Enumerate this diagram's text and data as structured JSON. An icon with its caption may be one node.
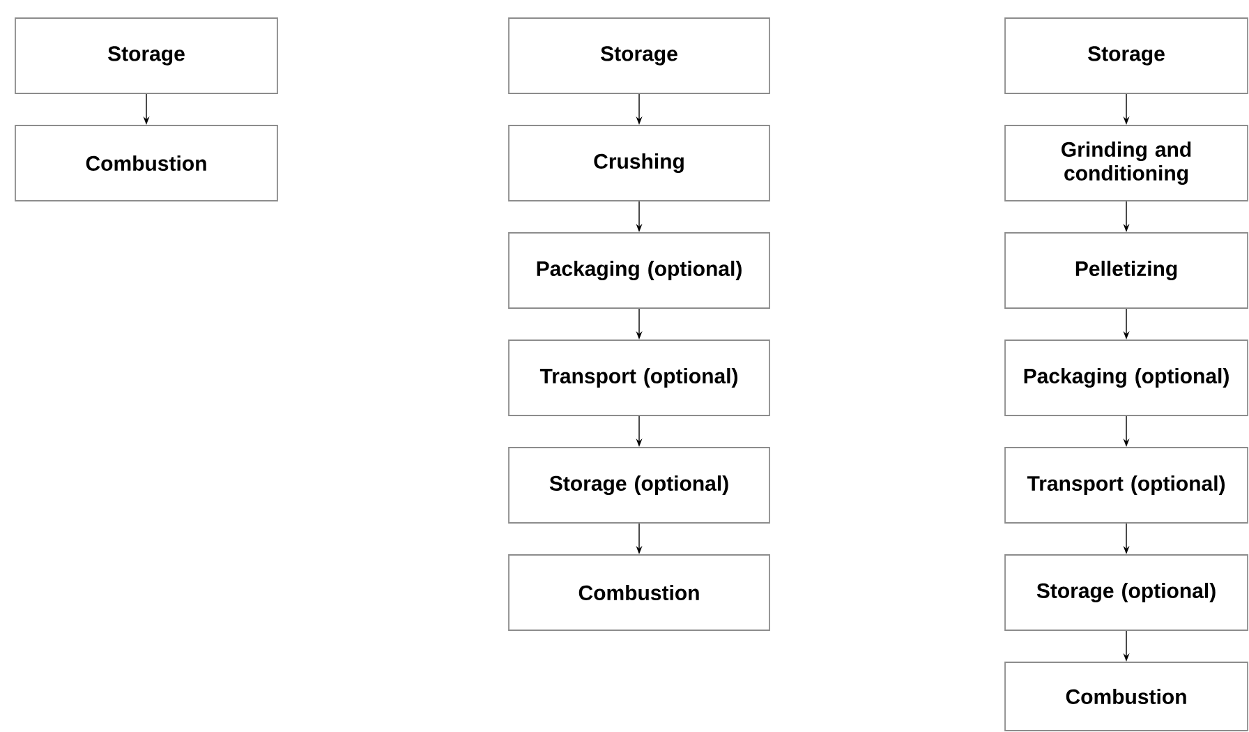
{
  "diagram": {
    "nodes": [
      {
        "text": [
          "Storage"
        ]
      },
      {
        "text": [
          "Combustion"
        ]
      },
      {
        "text": [
          "Storage"
        ]
      },
      {
        "text": [
          "Crushing"
        ]
      },
      {
        "text": [
          "Packaging (optional)"
        ]
      },
      {
        "text": [
          "Transport (optional)"
        ]
      },
      {
        "text": [
          "Storage (optional)"
        ]
      },
      {
        "text": [
          "Combustion"
        ]
      },
      {
        "text": [
          "Storage"
        ]
      },
      {
        "text": [
          "Grinding and conditioning"
        ]
      },
      {
        "text": [
          "Pelletizing"
        ]
      },
      {
        "text": [
          "Packaging (optional)"
        ]
      },
      {
        "text": [
          "Transport (optional)"
        ]
      },
      {
        "text": [
          "Storage (optional)"
        ]
      },
      {
        "text": [
          "Combustion"
        ]
      }
    ],
    "edges": [
      {
        "from": 0,
        "to": 1,
        "arrow": "to"
      },
      {
        "from": 2,
        "to": 3,
        "arrow": "to"
      },
      {
        "from": 3,
        "to": 4,
        "arrow": "to"
      },
      {
        "from": 4,
        "to": 5,
        "arrow": "to"
      },
      {
        "from": 5,
        "to": 6,
        "arrow": "to"
      },
      {
        "from": 6,
        "to": 7,
        "arrow": "to"
      },
      {
        "from": 8,
        "to": 9,
        "arrow": "to"
      },
      {
        "from": 9,
        "to": 10,
        "arrow": "to"
      },
      {
        "from": 10,
        "to": 11,
        "arrow": "to"
      },
      {
        "from": 11,
        "to": 12,
        "arrow": "to"
      },
      {
        "from": 12,
        "to": 13,
        "arrow": "to"
      },
      {
        "from": 13,
        "to": 14,
        "arrow": "to"
      }
    ]
  }
}
